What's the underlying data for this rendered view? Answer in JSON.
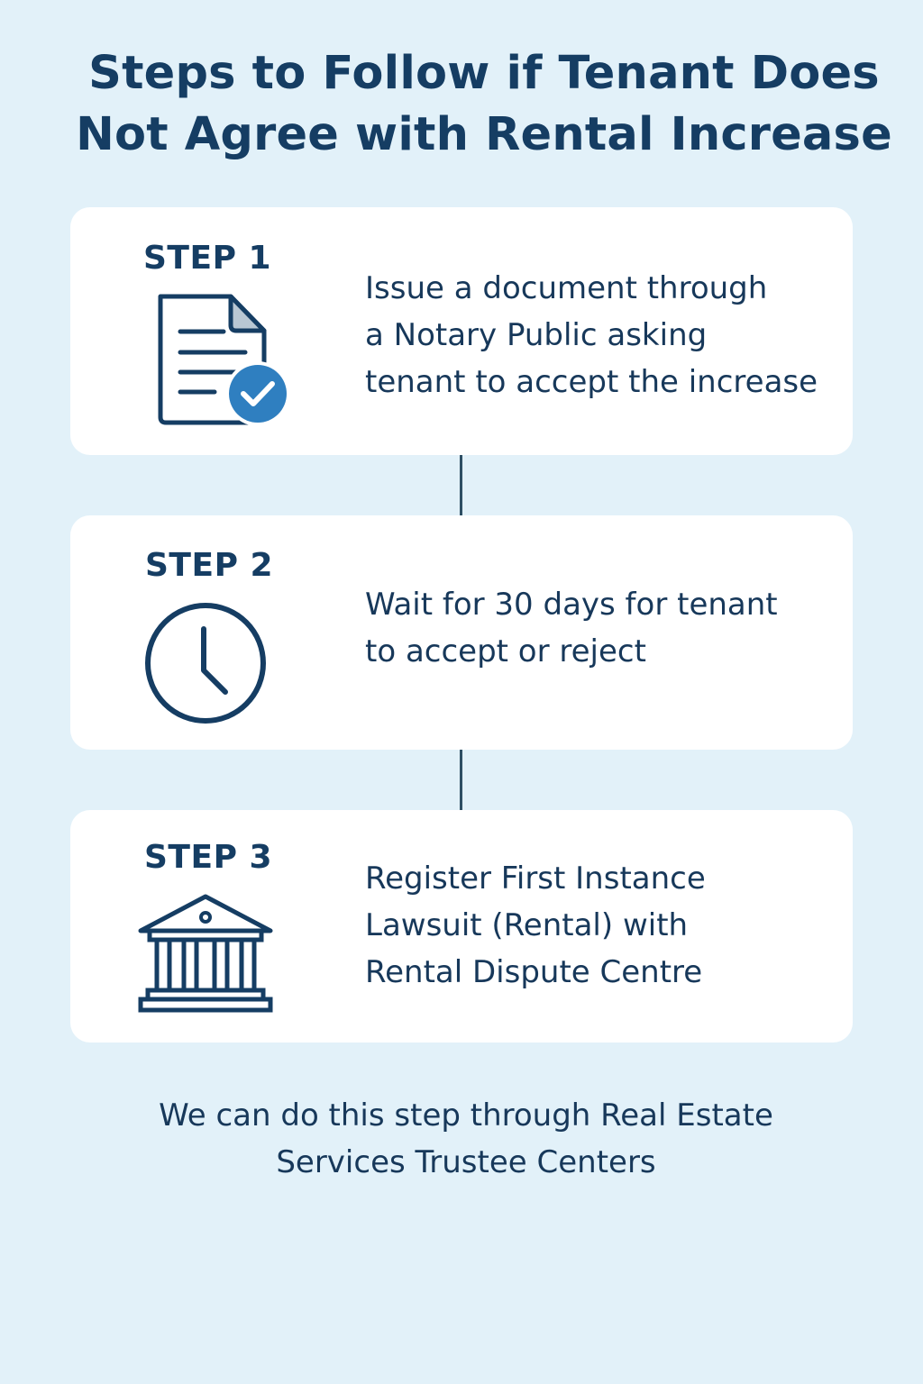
{
  "title": "Steps to Follow if Tenant Does\nNot Agree with Rental Increase",
  "steps": [
    {
      "label": "STEP 1",
      "text": "Issue a document through\na Notary Public asking\ntenant to accept the increase",
      "icon": "document-check-icon"
    },
    {
      "label": "STEP 2",
      "text": "Wait for 30 days for tenant\nto accept or reject",
      "icon": "clock-icon"
    },
    {
      "label": "STEP 3",
      "text": "Register First Instance\nLawsuit (Rental) with\nRental Dispute Centre",
      "icon": "courthouse-icon"
    }
  ],
  "footer": "We can do this step through Real Estate\nServices Trustee Centers",
  "colors": {
    "background": "#e2f1f9",
    "card": "#ffffff",
    "text": "#17385a",
    "accent": "#2f7fc0"
  }
}
